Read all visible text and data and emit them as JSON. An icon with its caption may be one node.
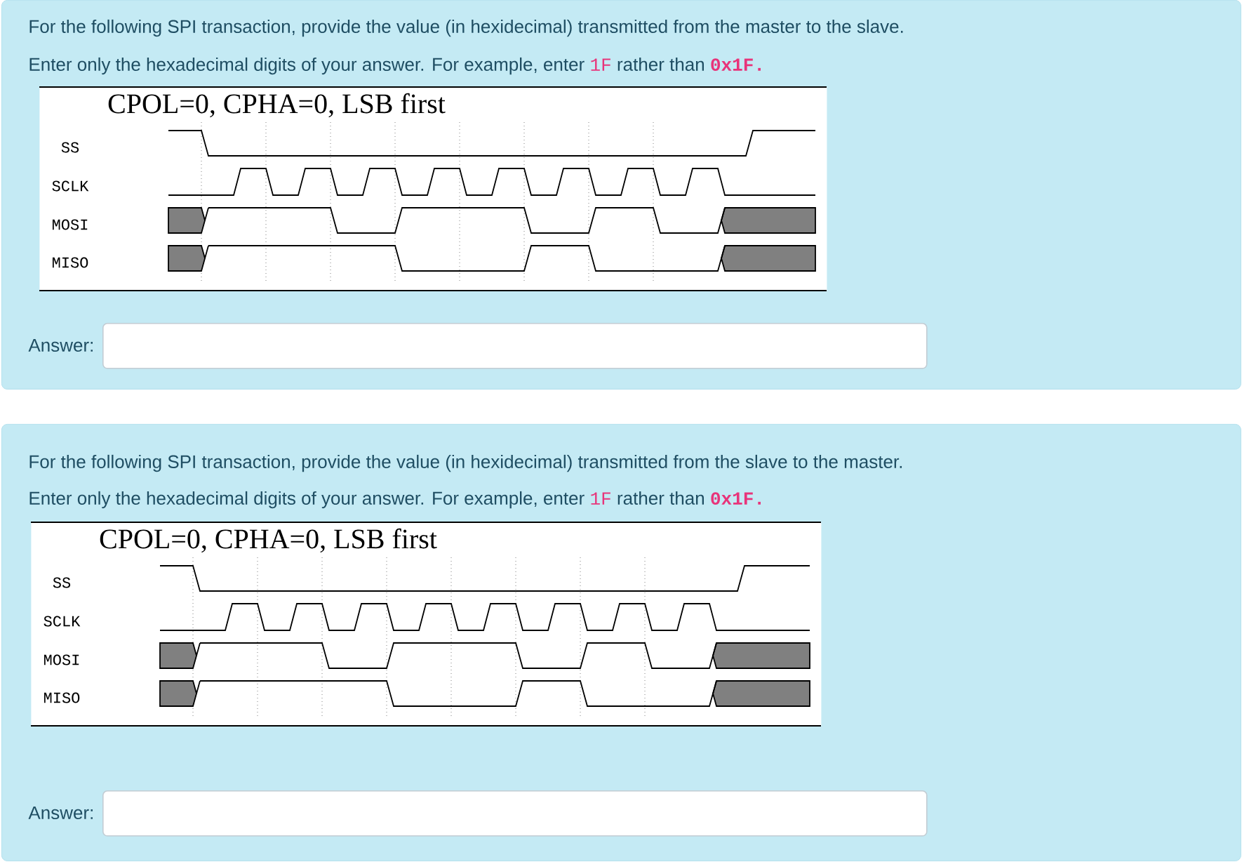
{
  "diagram": {
    "nodes": [
      {
        "text": [
          "For the following SPI transaction, provide the value (in hexidecimal) transmitted from the master to the slave.",
          "Enter only the hexadecimal digits of your answer. For example, enter",
          "1F",
          "rather than",
          "0x1F."
        ]
      },
      {
        "text": [
          "CPOL=0, CPHA=0, LSB first",
          "SS",
          "SCLK",
          "MOSI",
          "MISO"
        ],
        "in": 0
      },
      {
        "text": [],
        "shape": "box",
        "in": 0,
        "beside": [
          "Answer:"
        ]
      },
      {
        "text": [
          "For the following SPI transaction, provide the value (in hexidecimal) transmitted from the slave to the master.",
          "Enter only the hexadecimal digits of your answer. For example, enter",
          "1F",
          "rather than",
          "0x1F."
        ]
      },
      {
        "text": [
          "CPOL=0, CPHA=0, LSB first",
          "SS",
          "SCLK",
          "MOSI",
          "MISO"
        ],
        "in": 3
      },
      {
        "text": [],
        "shape": "box",
        "in": 3,
        "beside": [
          "Answer:"
        ]
      }
    ]
  }
}
